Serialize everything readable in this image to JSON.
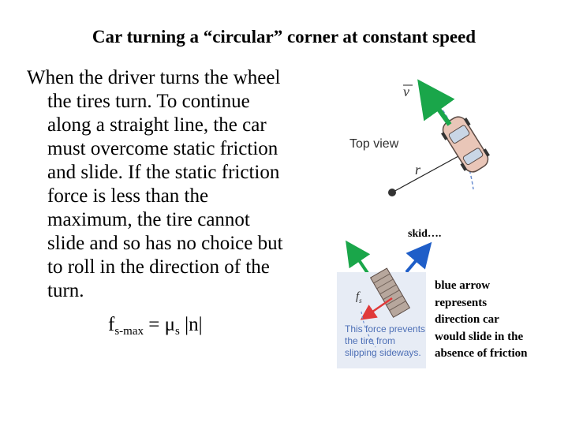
{
  "title": "Car turning a “circular” corner at constant speed",
  "body_lines": [
    "When the driver turns the wheel",
    "the tires turn.  To continue",
    "along a straight line,  the car",
    "must overcome static friction",
    "and slide.  If the static friction",
    "force is less than the",
    "maximum, the tire cannot",
    "slide and so has no choice but",
    "to roll in the direction of the",
    "turn."
  ],
  "formula": {
    "lhs": "f",
    "lhs_sub": "s-max",
    "equals": " = ",
    "mu": "μ",
    "mu_sub": "s",
    "rhs": " |n|"
  },
  "top_figure": {
    "label_top_view": "Top view",
    "label_v": "v",
    "label_r": "r"
  },
  "skid_label": "skid….",
  "inset": {
    "force_label": "f",
    "force_sub": "s",
    "caption": [
      "This force prevents",
      "the tire from",
      "slipping sideways."
    ]
  },
  "note_lines": [
    "blue arrow",
    "represents",
    "direction car",
    "would slide in the",
    "absence of friction"
  ],
  "colors": {
    "green_arrow": "#1aa64a",
    "blue_arrow": "#1f5ec8",
    "red_arrow": "#e03a3a",
    "caption_blue": "#4d6fb6",
    "inset_bg": "#e7ecf5",
    "car_body": "#e9c6b8"
  }
}
